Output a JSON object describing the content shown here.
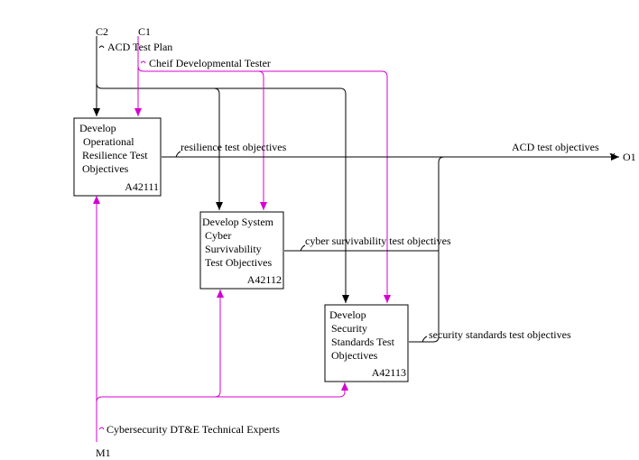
{
  "colors": {
    "control": "#000000",
    "mechanism": "#d400d4",
    "line": "#000000"
  },
  "boundary": {
    "c2": "C2",
    "c1": "C1",
    "m1": "M1",
    "o1": "O1"
  },
  "arrows": {
    "acd_test_plan": "ACD Test Plan",
    "chief_dev_tester": "Cheif Developmental Tester",
    "resilience_obj": "resilience test objectives",
    "acd_obj": "ACD test objectives",
    "cyber_surv_obj": "cyber survivability test objectives",
    "security_std_obj": "security standards test objectives",
    "experts": "Cybersecurity DT&E Technical Experts"
  },
  "activities": [
    {
      "title_lines": [
        "Develop",
        "Operational",
        "Resilience Test",
        "Objectives"
      ],
      "node": "A42111"
    },
    {
      "title_lines": [
        "Develop System",
        "Cyber",
        "Survivability",
        "Test Objectives"
      ],
      "node": "A42112"
    },
    {
      "title_lines": [
        "Develop",
        "Security",
        "Standards Test",
        "Objectives"
      ],
      "node": "A42113"
    }
  ]
}
